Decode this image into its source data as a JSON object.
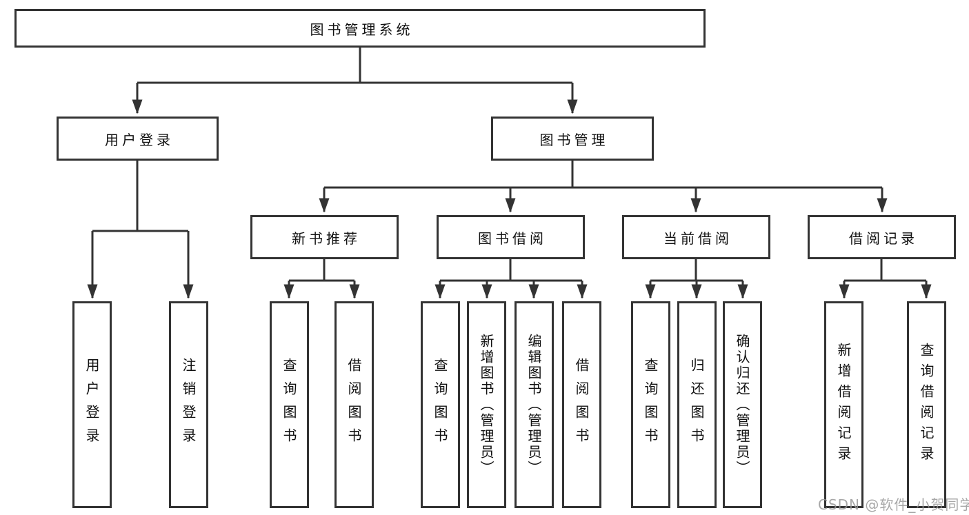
{
  "tree": {
    "label": "图书管理系统",
    "children": [
      {
        "label": "用户登录",
        "children": [
          {
            "label": "用户登录"
          },
          {
            "label": "注销登录"
          }
        ]
      },
      {
        "label": "图书管理",
        "children": [
          {
            "label": "新书推荐",
            "children": [
              {
                "label": "查询图书"
              },
              {
                "label": "借阅图书"
              }
            ]
          },
          {
            "label": "图书借阅",
            "children": [
              {
                "label": "查询图书"
              },
              {
                "label": "新增图书（管理员）"
              },
              {
                "label": "编辑图书（管理员）"
              },
              {
                "label": "借阅图书"
              }
            ]
          },
          {
            "label": "当前借阅",
            "children": [
              {
                "label": "查询图书"
              },
              {
                "label": "归还图书"
              },
              {
                "label": "确认归还（管理员）"
              }
            ]
          },
          {
            "label": "借阅记录",
            "children": [
              {
                "label": "新增借阅记录"
              },
              {
                "label": "查询借阅记录"
              }
            ]
          }
        ]
      }
    ]
  },
  "watermark": {
    "text": "CSDN @软件_小贺同学"
  },
  "colors": {
    "line": "#333333",
    "box_border": "#333333",
    "box_background": "#ffffff",
    "text": "#111111",
    "watermark": "#989898"
  }
}
